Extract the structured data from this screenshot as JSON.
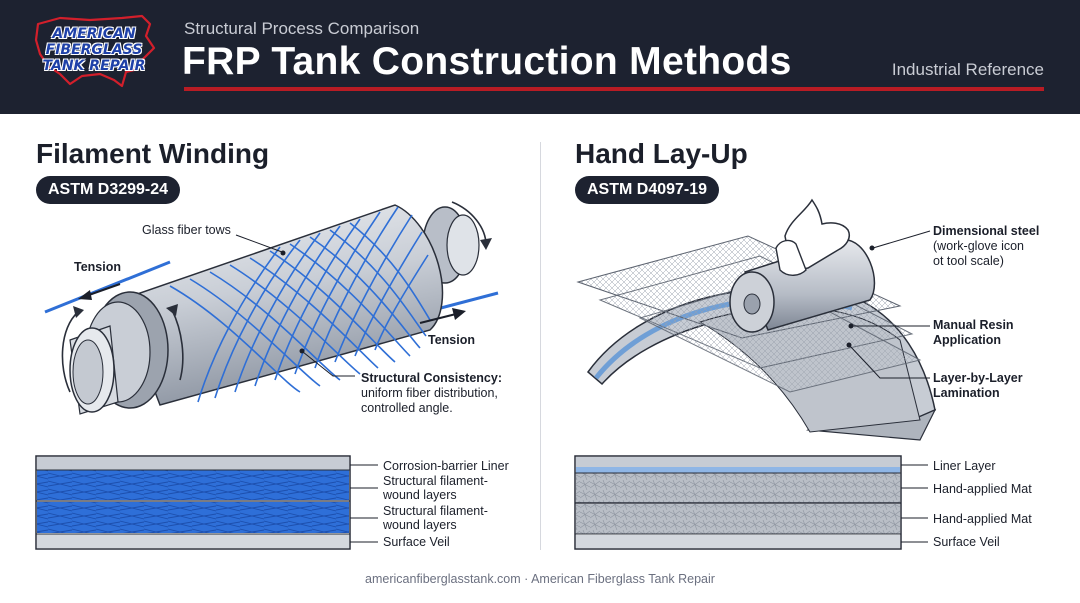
{
  "header": {
    "logo_lines": [
      "AMERICAN",
      "FIBERGLASS",
      "TANK REPAIR"
    ],
    "supertitle": "Structural Process Comparison",
    "title": "FRP Tank Construction Methods",
    "reference": "Industrial Reference"
  },
  "left": {
    "title": "Filament Winding",
    "standard": "ASTM D3299-24",
    "labels": {
      "tows": "Glass fiber tows",
      "tension_left": "Tension",
      "tension_right": "Tension",
      "consistency_title": "Structural Consistency:",
      "consistency_l1": "uniform fiber distribution,",
      "consistency_l2": "controlled angle."
    },
    "layers": [
      {
        "lines": [
          "Corrosion-barrier Liner"
        ]
      },
      {
        "lines": [
          "Structural filament-",
          "wound layers"
        ]
      },
      {
        "lines": [
          "Structural filament-",
          "wound layers"
        ]
      },
      {
        "lines": [
          "Surface Veil"
        ]
      }
    ]
  },
  "right": {
    "title": "Hand Lay-Up",
    "standard": "ASTM D4097-19",
    "labels": {
      "steel_title": "Dimensional steel",
      "steel_l1": "(work-glove icon",
      "steel_l2": "ot tool scale)",
      "resin_l1": "Manual Resin",
      "resin_l2": "Application",
      "layer_l1": "Layer-by-Layer",
      "layer_l2": "Lamination"
    },
    "layers": [
      {
        "lines": [
          "Liner Layer"
        ]
      },
      {
        "lines": [
          "Hand-applied Mat"
        ]
      },
      {
        "lines": [
          "Hand-applied Mat"
        ]
      },
      {
        "lines": [
          "Surface Veil"
        ]
      }
    ]
  },
  "footer": "americanfiberglasstank.com · American Fiberglass Tank Repair",
  "colors": {
    "navy": "#1d2230",
    "red": "#b81c24",
    "blue": "#2f6fd6",
    "steel": "#c7ccd4"
  }
}
